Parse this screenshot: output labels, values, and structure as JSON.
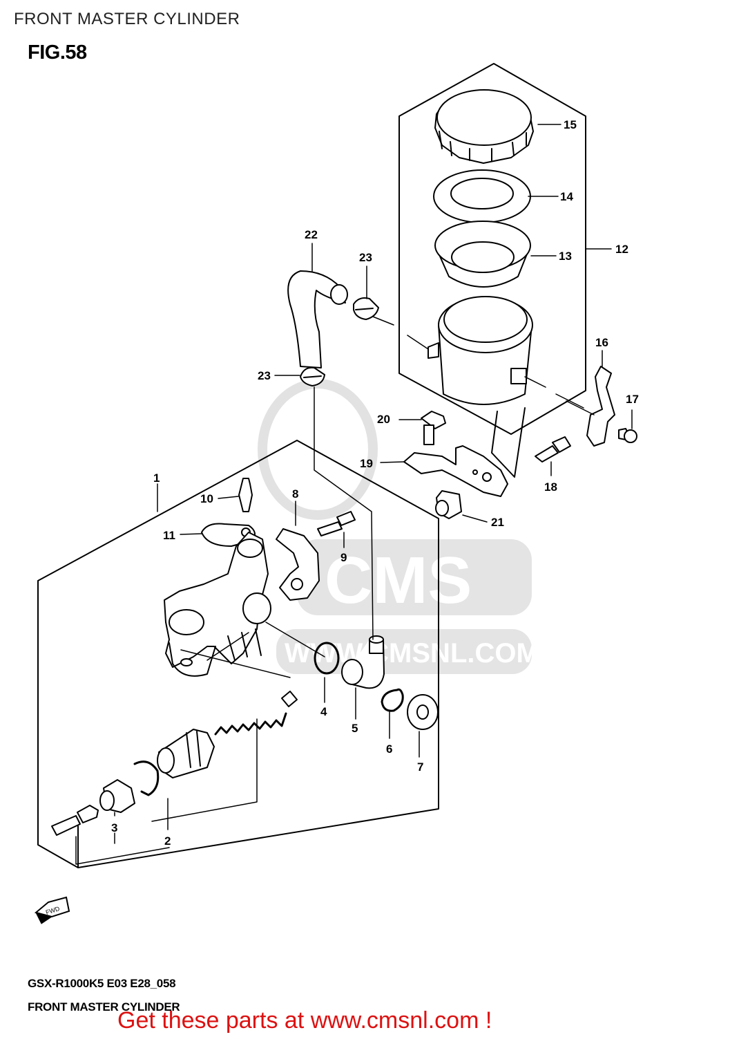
{
  "page_title": "FRONT MASTER CYLINDER",
  "figure_label": "FIG.58",
  "footer": {
    "model_code": "GSX-R1000K5 E03 E28_058",
    "diagram_name": "FRONT MASTER CYLINDER",
    "cta": "Get these parts at www.cmsnl.com !"
  },
  "watermark": {
    "brand": "CMS",
    "url": "WWW.CMSNL.COM"
  },
  "direction_indicator": {
    "label": "FWD",
    "icon": "arrow-left-icon"
  },
  "parts": [
    {
      "number": "1"
    },
    {
      "number": "2"
    },
    {
      "number": "3"
    },
    {
      "number": "4"
    },
    {
      "number": "5"
    },
    {
      "number": "6"
    },
    {
      "number": "7"
    },
    {
      "number": "8"
    },
    {
      "number": "9"
    },
    {
      "number": "10"
    },
    {
      "number": "11"
    },
    {
      "number": "12"
    },
    {
      "number": "13"
    },
    {
      "number": "14"
    },
    {
      "number": "15"
    },
    {
      "number": "16"
    },
    {
      "number": "17"
    },
    {
      "number": "18"
    },
    {
      "number": "19"
    },
    {
      "number": "20"
    },
    {
      "number": "21"
    },
    {
      "number": "22"
    },
    {
      "number": "23"
    },
    {
      "number": "23"
    }
  ],
  "colors": {
    "line": "#000000",
    "cta": "#dd1111",
    "watermark": "#d8d8d8"
  }
}
